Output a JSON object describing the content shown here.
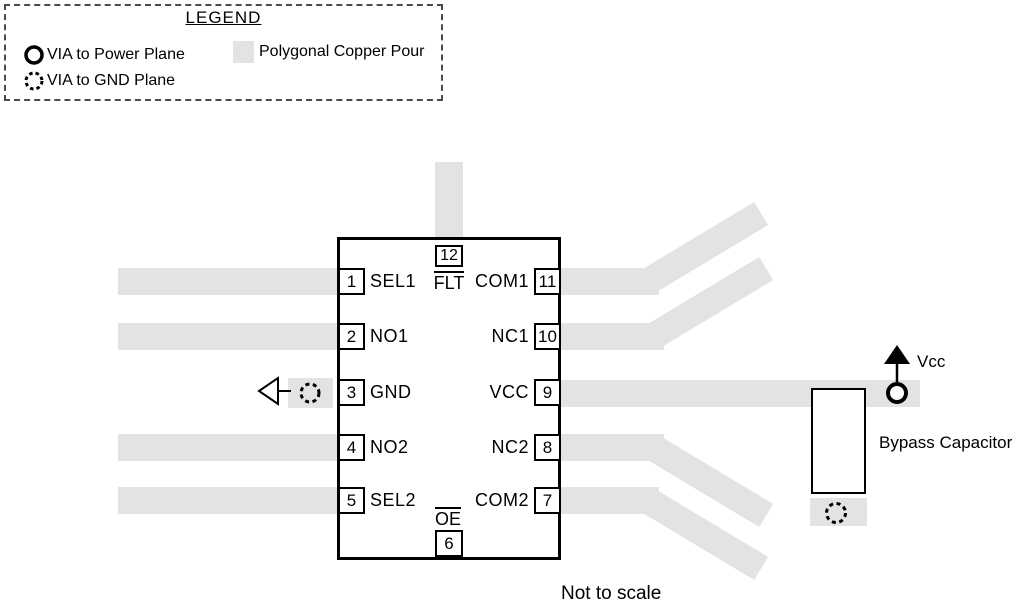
{
  "legend": {
    "title": "LEGEND",
    "items": [
      {
        "icon": "power-via-icon",
        "label": "VIA to Power Plane"
      },
      {
        "icon": "gnd-via-icon",
        "label": "VIA to GND Plane"
      },
      {
        "icon": "copper-pour-swatch",
        "label": "Polygonal Copper Pour"
      }
    ]
  },
  "ic": {
    "pins_left": [
      {
        "number": "1",
        "label": "SEL1"
      },
      {
        "number": "2",
        "label": "NO1"
      },
      {
        "number": "3",
        "label": "GND"
      },
      {
        "number": "4",
        "label": "NO2"
      },
      {
        "number": "5",
        "label": "SEL2"
      }
    ],
    "pins_right": [
      {
        "number": "11",
        "label": "COM1"
      },
      {
        "number": "10",
        "label": "NC1"
      },
      {
        "number": "9",
        "label": "VCC"
      },
      {
        "number": "8",
        "label": "NC2"
      },
      {
        "number": "7",
        "label": "COM2"
      }
    ],
    "pin_top": {
      "number": "12",
      "label": "FLT"
    },
    "pin_bottom": {
      "number": "6",
      "label": "OE"
    }
  },
  "power": {
    "vcc_label": "Vcc",
    "bypass_capacitor_label": "Bypass Capacitor"
  },
  "figure": {
    "not_to_scale": "Not to scale"
  },
  "colors": {
    "copper_pour": "#e3e3e3",
    "line": "#000000"
  }
}
